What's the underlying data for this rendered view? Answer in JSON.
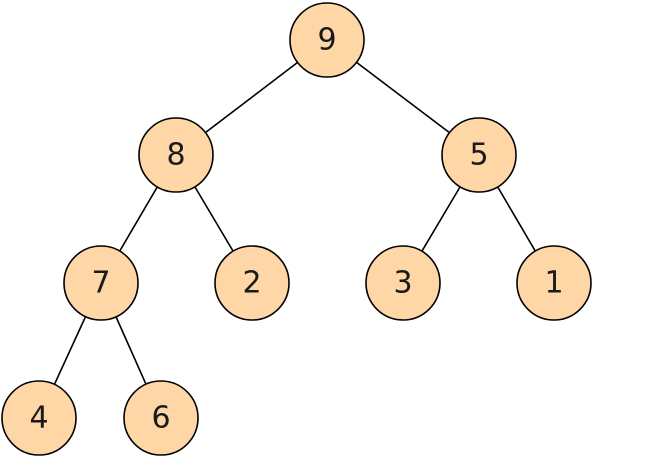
{
  "colors": {
    "node_fill": "#ffd7a6",
    "node_stroke": "#000000",
    "edge": "#000000"
  },
  "tree": {
    "nodes": [
      {
        "id": "n9",
        "label": "9"
      },
      {
        "id": "n8",
        "label": "8"
      },
      {
        "id": "n5",
        "label": "5"
      },
      {
        "id": "n7",
        "label": "7"
      },
      {
        "id": "n2",
        "label": "2"
      },
      {
        "id": "n3",
        "label": "3"
      },
      {
        "id": "n1",
        "label": "1"
      },
      {
        "id": "n4",
        "label": "4"
      },
      {
        "id": "n6",
        "label": "6"
      }
    ],
    "edges": [
      {
        "from": "n9",
        "to": "n8"
      },
      {
        "from": "n9",
        "to": "n5"
      },
      {
        "from": "n8",
        "to": "n7"
      },
      {
        "from": "n8",
        "to": "n2"
      },
      {
        "from": "n5",
        "to": "n3"
      },
      {
        "from": "n5",
        "to": "n1"
      },
      {
        "from": "n7",
        "to": "n4"
      },
      {
        "from": "n7",
        "to": "n6"
      }
    ]
  }
}
